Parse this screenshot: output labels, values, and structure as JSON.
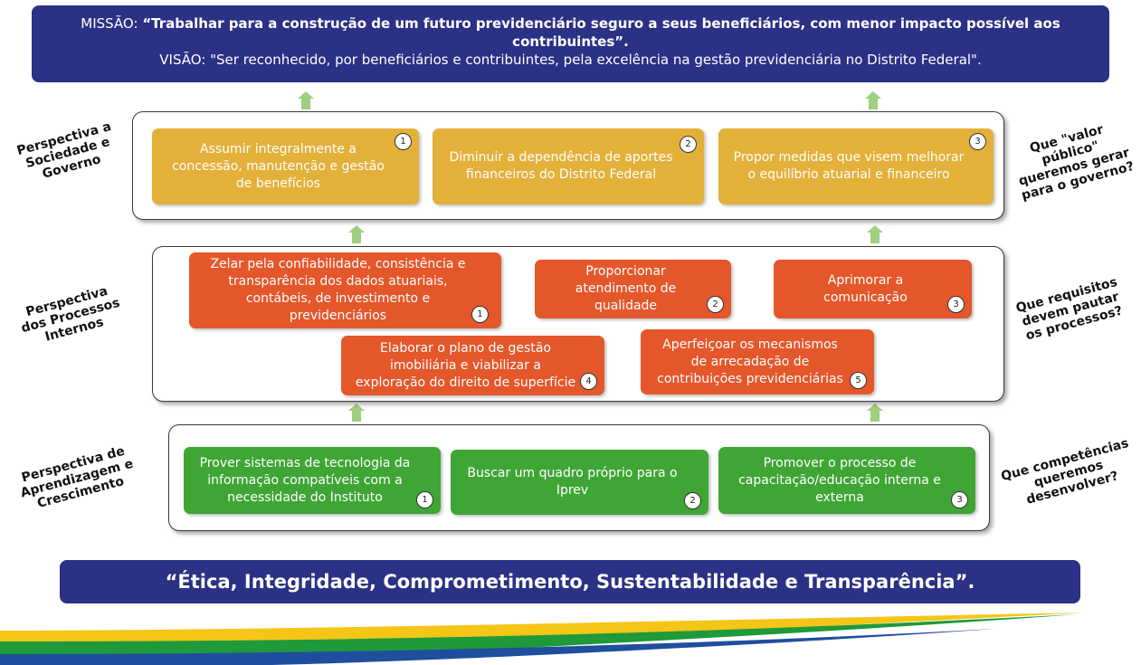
{
  "mission": {
    "label": "MISSÃO: ",
    "text": "“Trabalhar para a construção de um futuro previdenciário seguro a seus beneficiários, com menor impacto possível aos contribuintes”.",
    "vision_label": "VISÃO: ",
    "vision_text": "\"Ser reconhecido, por beneficiários e contribuintes, pela excelência na gestão previdenciária no Distrito Federal\"."
  },
  "perspectives": {
    "sociedade": {
      "label": "Perspectiva a Sociedade e Governo",
      "question": "Que \"valor público\" queremos gerar para o governo?",
      "items": [
        {
          "text": "Assumir integralmente a concessão, manutenção e gestão de benefícios",
          "num": "1"
        },
        {
          "text": "Diminuir a dependência de aportes financeiros do Distrito Federal",
          "num": "2"
        },
        {
          "text": "Propor medidas que visem melhorar o equilíbrio atuarial e financeiro",
          "num": "3"
        }
      ]
    },
    "processos": {
      "label": "Perspectiva dos Processos Internos",
      "question": "Que requisitos devem pautar os processos?",
      "items": [
        {
          "text": "Zelar pela confiabilidade, consistência e transparência dos dados atuariais, contábeis, de investimento e previdenciários",
          "num": "1"
        },
        {
          "text": "Proporcionar atendimento de qualidade",
          "num": "2"
        },
        {
          "text": "Aprimorar a comunicação",
          "num": "3"
        },
        {
          "text": "Elaborar o plano de gestão imobiliária e viabilizar a exploração do direito de superfície",
          "num": "4"
        },
        {
          "text": "Aperfeiçoar os mecanismos de arrecadação de contribuições previdenciárias",
          "num": "5"
        }
      ]
    },
    "aprendizagem": {
      "label": "Perspectiva de Aprendizagem e Crescimento",
      "question": "Que competências queremos desenvolver?",
      "items": [
        {
          "text": "Prover sistemas de tecnologia da informação compatíveis com a necessidade do Instituto",
          "num": "1"
        },
        {
          "text": "Buscar um quadro próprio para o Iprev",
          "num": "2"
        },
        {
          "text": "Promover o processo de capacitação/educação interna e externa",
          "num": "3"
        }
      ]
    }
  },
  "values": "“Ética, Integridade, Comprometimento, Sustentabilidade e Transparência”.",
  "colors": {
    "banner": "#2b3185",
    "sociedade_boxes": "#e3b03a",
    "processos_boxes": "#e4572b",
    "aprendizagem_boxes": "#3fa535",
    "arrows": "#9fcf80",
    "swoosh_green": "#1e9a3a",
    "swoosh_yellow": "#f5c518",
    "swoosh_blue": "#1f4e9e"
  }
}
